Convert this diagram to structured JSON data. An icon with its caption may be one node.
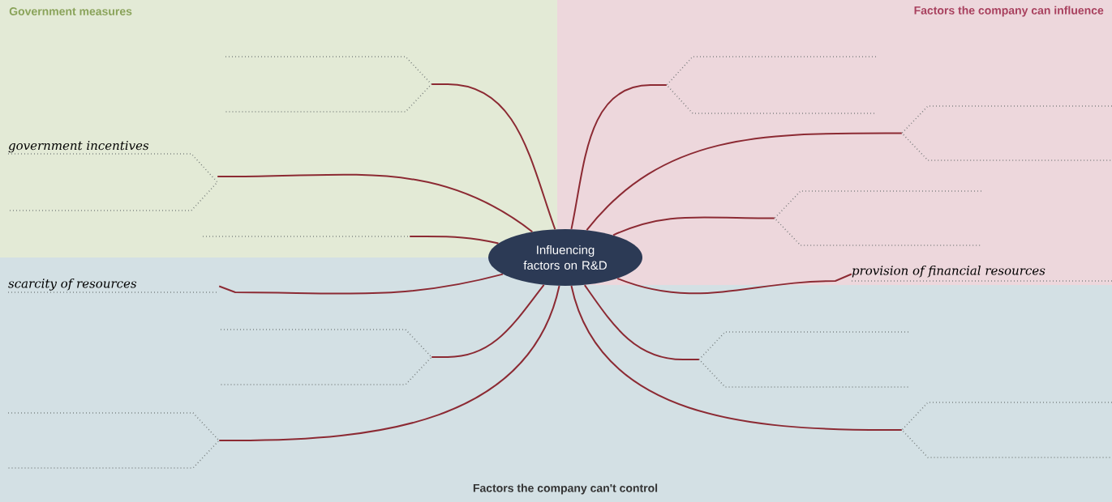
{
  "diagram": {
    "nodes": [
      {
        "text": [
          "Government measures"
        ]
      },
      {
        "text": [
          "Factors the company can influence"
        ]
      },
      {
        "text": [
          "Factors the company can't control"
        ]
      },
      {
        "text": [
          "Influencing factors on R&D"
        ]
      },
      {
        "text": [],
        "shape": "fork",
        "in": 0
      },
      {
        "text": [],
        "shape": "fork",
        "in": 1
      },
      {
        "text": [],
        "shape": "fork",
        "in": 1
      },
      {
        "text": [
          "government incentives"
        ],
        "in": 0
      },
      {
        "text": [],
        "shape": "fork",
        "in": 1
      },
      {
        "text": [],
        "shape": "line",
        "in": 0
      },
      {
        "text": [
          "provision of financial resources"
        ],
        "in": 1
      },
      {
        "text": [
          "scarcity of resources"
        ],
        "in": 2
      },
      {
        "text": [],
        "shape": "fork",
        "in": 2
      },
      {
        "text": [],
        "shape": "fork",
        "in": 2
      },
      {
        "text": [],
        "shape": "fork",
        "in": 2
      },
      {
        "text": [],
        "shape": "fork",
        "in": 2
      }
    ],
    "edges": [
      {
        "from": 3,
        "to": 4,
        "arrow": "none"
      },
      {
        "from": 3,
        "to": 5,
        "arrow": "none"
      },
      {
        "from": 3,
        "to": 6,
        "arrow": "none"
      },
      {
        "from": 3,
        "to": 7,
        "arrow": "none"
      },
      {
        "from": 3,
        "to": 8,
        "arrow": "none"
      },
      {
        "from": 3,
        "to": 9,
        "arrow": "none"
      },
      {
        "from": 3,
        "to": 10,
        "arrow": "none"
      },
      {
        "from": 3,
        "to": 11,
        "arrow": "none"
      },
      {
        "from": 3,
        "to": 12,
        "arrow": "none"
      },
      {
        "from": 3,
        "to": 13,
        "arrow": "none"
      },
      {
        "from": 3,
        "to": 14,
        "arrow": "none"
      },
      {
        "from": 3,
        "to": 15,
        "arrow": "none"
      }
    ]
  }
}
